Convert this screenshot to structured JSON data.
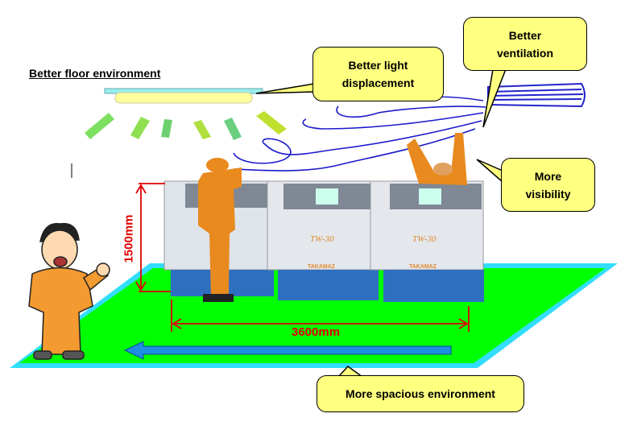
{
  "title": "Better floor environment",
  "callouts": {
    "light": "Better light displacement",
    "ventilation": "Better ventilation",
    "visibility": "More visibility",
    "spacious": "More spacious environment"
  },
  "dimensions": {
    "height": "1500mm",
    "width": "3600mm"
  },
  "machines": {
    "model": "TW-30",
    "brand": "TAKAMAZ"
  },
  "colors": {
    "floor": "#00ff00",
    "floor_border": "#33ddff",
    "callout": "#ffff80",
    "dimension": "#e00000",
    "arrow": "#1e8ee0"
  }
}
